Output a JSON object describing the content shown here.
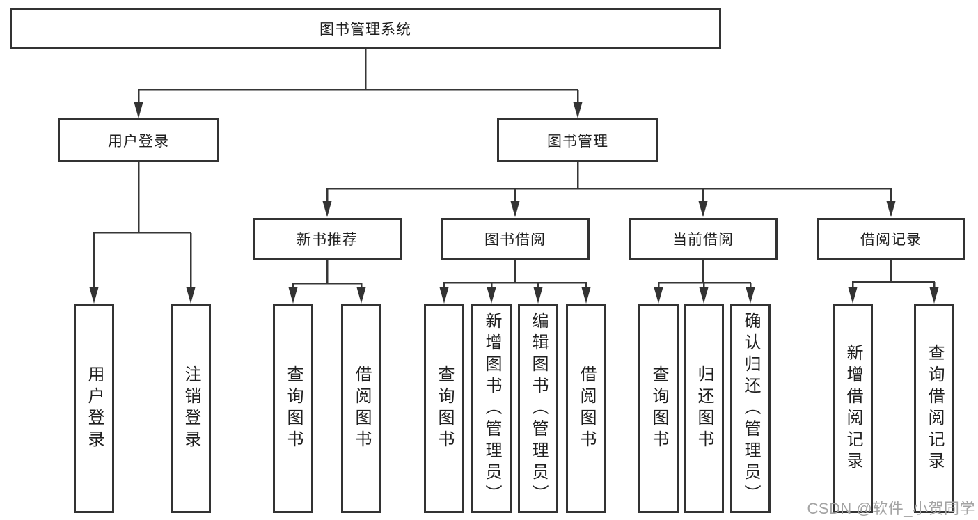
{
  "title_node": "图书管理系统",
  "level2": {
    "user_login": "用户登录",
    "book_mgmt": "图书管理"
  },
  "level3": {
    "new_books": "新书推荐",
    "borrowing": "图书借阅",
    "current": "当前借阅",
    "records": "借阅记录"
  },
  "leaves": {
    "user_login": [
      "用户登录",
      "注销登录"
    ],
    "new_books": [
      "查询图书",
      "借阅图书"
    ],
    "borrowing": [
      "查询图书",
      "新增图书（管理员）",
      "编辑图书（管理员）",
      "借阅图书"
    ],
    "current": [
      "查询图书",
      "归还图书",
      "确认归还（管理员）"
    ],
    "records": [
      "新增借阅记录",
      "查询借阅记录"
    ]
  },
  "watermark": "CSDN @软件_小贺同学",
  "colors": {
    "line": "#333333",
    "text": "#1f1f1f",
    "watermark": "#a3a3a3",
    "background": "#ffffff"
  }
}
